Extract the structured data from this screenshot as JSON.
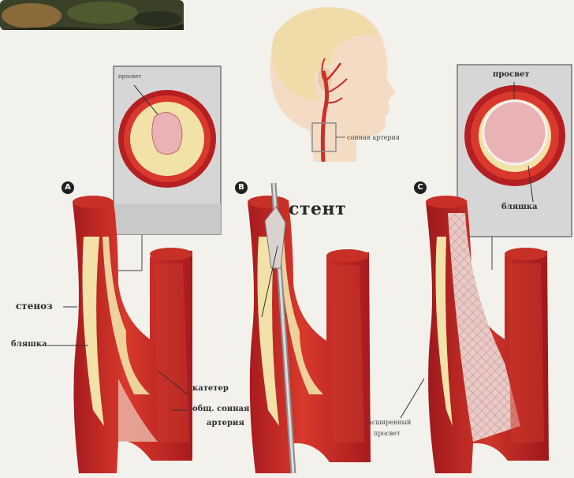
{
  "panels": [
    {
      "marker": "A"
    },
    {
      "marker": "B"
    },
    {
      "marker": "C"
    }
  ],
  "labels": {
    "lumen_top_a": "просвет",
    "carotid_head": "сонная артерия",
    "stent": "стент",
    "lumen_top_c": "просвет",
    "plaque_c": "бляшка",
    "stenosis": "стеноз",
    "plaque_a": "бляшка",
    "catheter": "катетер",
    "common_carotid_1": "общ. сонная",
    "common_carotid_2": "артерия",
    "expanded_lumen_1": "расширенный",
    "expanded_lumen_2": "просвет"
  },
  "colors": {
    "artery_dark": "#b51f22",
    "artery": "#d8392c",
    "plaque": "#f2e2a8",
    "plaque_dark": "#e7cf86",
    "lumen_pink": "#e9b3b6",
    "box_bg": "#d6d6d6",
    "skin": "#f4dcc4",
    "hair": "#f0dca9"
  }
}
